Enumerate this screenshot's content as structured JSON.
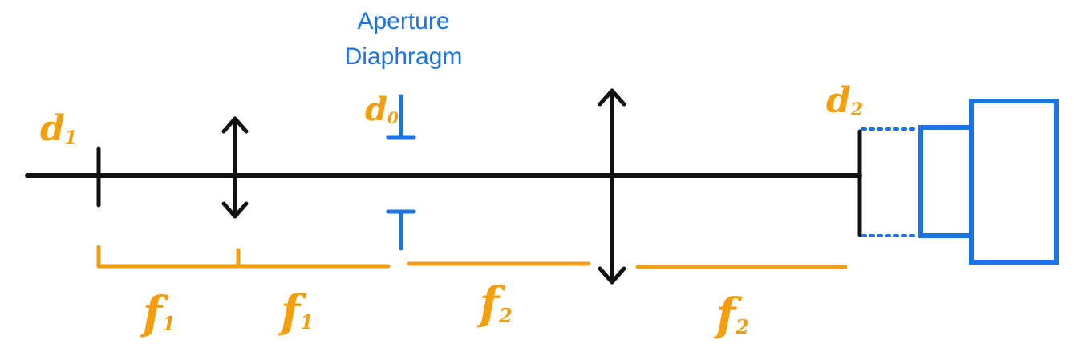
{
  "colors": {
    "axis": "#111111",
    "annotation": "#F59E0B",
    "component": "#1A73E8"
  },
  "aperture": {
    "line1": "Aperture",
    "line2": "Diaphragm"
  },
  "planes": {
    "d1": {
      "letter": "d",
      "sub": "1"
    },
    "d0": {
      "letter": "d",
      "sub": "0"
    },
    "d2": {
      "letter": "d",
      "sub": "2"
    }
  },
  "focal_lengths": [
    {
      "letter": "f",
      "sub": "1"
    },
    {
      "letter": "f",
      "sub": "1"
    },
    {
      "letter": "f",
      "sub": "2"
    },
    {
      "letter": "f",
      "sub": "2"
    }
  ],
  "icons": {
    "lens": "double-arrow-lens-icon",
    "camera": "camera-body-icon"
  }
}
